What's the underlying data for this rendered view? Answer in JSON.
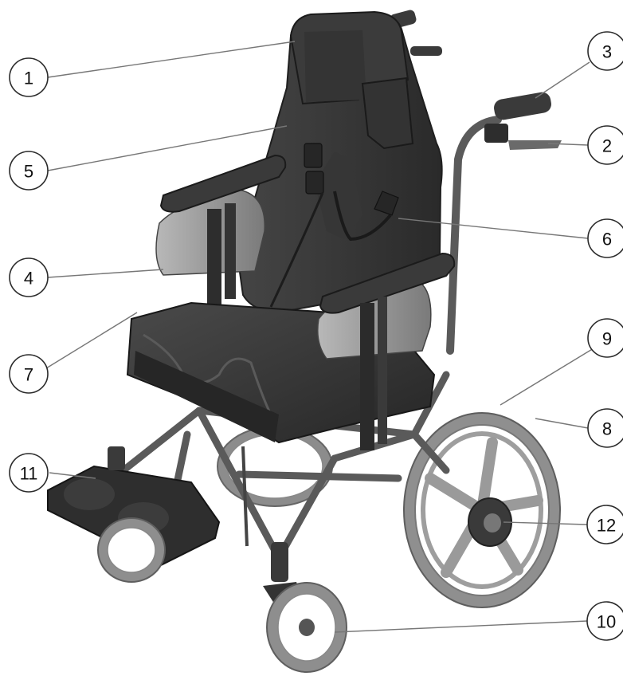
{
  "diagram": {
    "subject": "wheelchair",
    "callouts": [
      {
        "id": "callout-1",
        "label": "1"
      },
      {
        "id": "callout-2",
        "label": "2"
      },
      {
        "id": "callout-3",
        "label": "3"
      },
      {
        "id": "callout-4",
        "label": "4"
      },
      {
        "id": "callout-5",
        "label": "5"
      },
      {
        "id": "callout-6",
        "label": "6"
      },
      {
        "id": "callout-7",
        "label": "7"
      },
      {
        "id": "callout-8",
        "label": "8"
      },
      {
        "id": "callout-9",
        "label": "9"
      },
      {
        "id": "callout-10",
        "label": "10"
      },
      {
        "id": "callout-11",
        "label": "11"
      },
      {
        "id": "callout-12",
        "label": "12"
      }
    ]
  },
  "colors": {
    "seat_dark": "#2e2e2e",
    "seat_mid": "#3f3f3f",
    "frame": "#555555",
    "tire": "#9a9a9a",
    "callout_stroke": "#2b2b2b",
    "leader": "#777777"
  }
}
